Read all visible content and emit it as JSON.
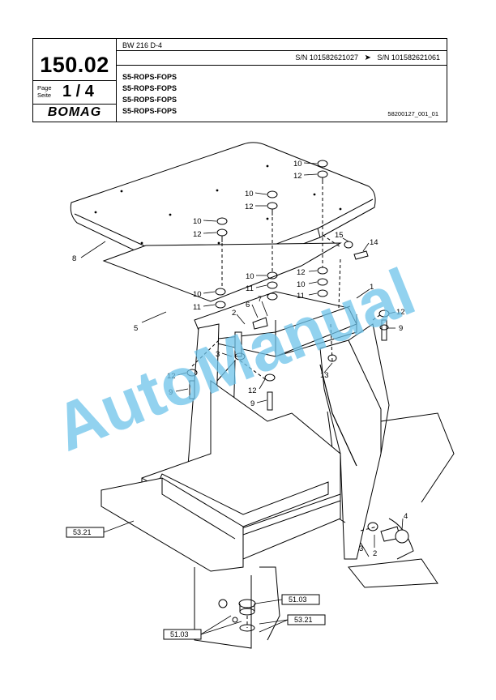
{
  "header": {
    "part_number": "150.02",
    "page_label_1": "Page",
    "page_label_2": "Seite",
    "page_number": "1 / 4",
    "brand": "BOMAG",
    "model": "BW 216 D-4",
    "sn_from": "S/N 101582621027",
    "sn_arrow": "➤",
    "sn_to": "S/N 101582621061",
    "titles": [
      "S5-ROPS-FOPS",
      "S5-ROPS-FOPS",
      "S5-ROPS-FOPS",
      "S5-ROPS-FOPS"
    ],
    "doc_number": "58200127_001_01"
  },
  "callouts": {
    "c10a": "10",
    "c12a": "12",
    "c10b": "10",
    "c12b": "12",
    "c10c": "10",
    "c12c": "12",
    "c15": "15",
    "c14": "14",
    "c8": "8",
    "c12d": "12",
    "c10d": "10",
    "c10e": "10",
    "c11a": "11",
    "c11b": "11",
    "c11c": "11",
    "c10f": "10",
    "c1": "1",
    "c12e": "12",
    "c9a": "9",
    "c6": "6",
    "c7": "7",
    "c2a": "2",
    "c5": "5",
    "c3a": "3",
    "c13": "13",
    "c12f": "12",
    "c9b": "9",
    "c12g": "12",
    "c9c": "9",
    "c4": "4",
    "c2b": "2",
    "c3b": "3"
  },
  "refs": {
    "r5321a": "53.21",
    "r5103a": "51.03",
    "r5103b": "51.03",
    "r5321b": "53.21"
  },
  "watermark": "AutoManual",
  "colors": {
    "watermark": "#6ec3ea",
    "line": "#000000"
  }
}
